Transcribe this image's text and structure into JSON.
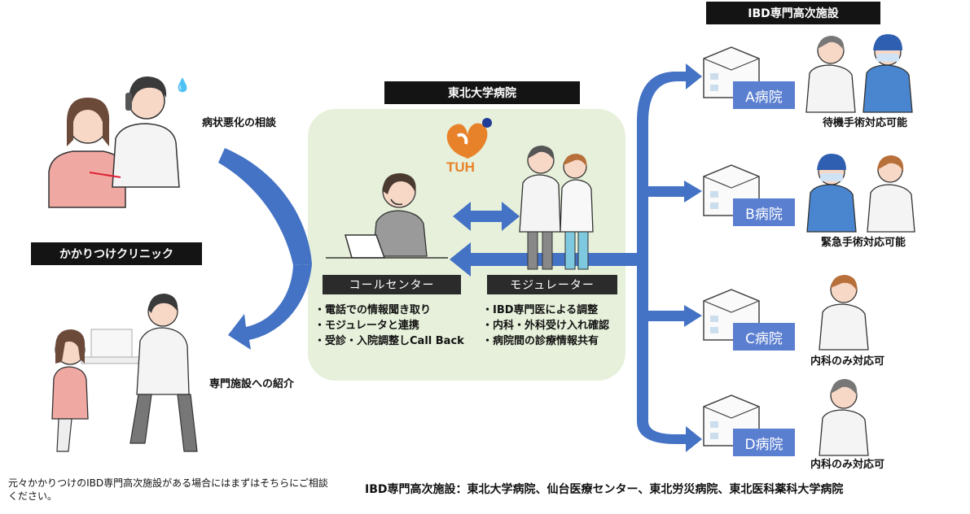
{
  "titles": {
    "ibd_centers": "IBD専門高次施設",
    "tohoku_hospital": "東北大学病院",
    "clinic": "かかりつけクリニック"
  },
  "labels": {
    "consult": "病状悪化の相談",
    "referral": "専門施設への紹介"
  },
  "logo": {
    "text": "TUH"
  },
  "call_center": {
    "title": "コールセンター",
    "items": [
      "電話での情報聞き取り",
      "モジュレータと連携",
      "受診・入院調整しCall Back"
    ]
  },
  "modulator": {
    "title": "モジュレーター",
    "items": [
      "IBD専門医による調整",
      "内科・外科受け入れ確認",
      "病院間の診療情報共有"
    ]
  },
  "hospitals": [
    {
      "name": "A病院",
      "caption": "待機手術対応可能"
    },
    {
      "name": "B病院",
      "caption": "緊急手術対応可能"
    },
    {
      "name": "C病院",
      "caption": "内科のみ対応可"
    },
    {
      "name": "D病院",
      "caption": "内科のみ対応可"
    }
  ],
  "footer": {
    "left": "元々かかりつけのIBD専門高次施設がある場合にはまずはそちらにご相談ください。",
    "right": "IBD専門高次施設：東北大学病院、仙台医療センター、東北労災病院、東北医科薬科大学病院"
  },
  "colors": {
    "arrow_blue": "#4472c4",
    "center_bg": "#e6f0da",
    "tag_blue": "#5b7fd0",
    "logo_orange": "#e8822a"
  }
}
